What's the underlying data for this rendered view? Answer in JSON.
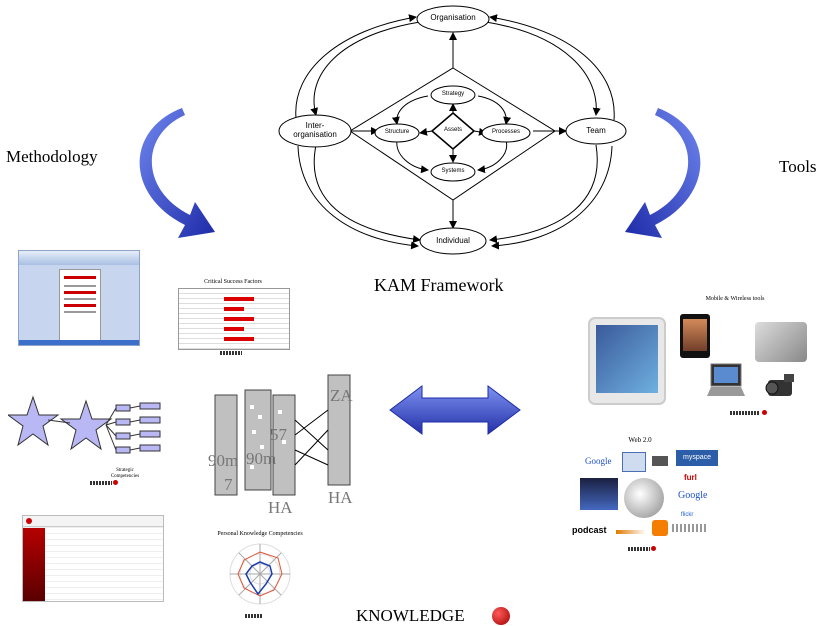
{
  "framework": {
    "title": "KAM Framework",
    "nodes": {
      "organisation": "Organisation",
      "team": "Team",
      "individual": "Individual",
      "inter_line1": "Inter-",
      "inter_line2": "organisation",
      "strategy": "Strategy",
      "structure": "Structure",
      "assets": "Assets",
      "processes": "Processes",
      "systems": "Systems"
    }
  },
  "side_labels": {
    "left": "Methodology",
    "right": "Tools"
  },
  "thumbnails": {
    "csf_title": "Critical Success Factors",
    "strategic": "Strategic\nCompetencies",
    "pkc_title": "Personal Knowledge Competencies",
    "mobile_title": "Mobile & Wireless tools",
    "web_title": "Web 2.0",
    "web_google": "Google",
    "web_google2": "Google",
    "web_myspace": "myspace",
    "web_flickr": "flickr",
    "web_podcast": "podcast",
    "web_furl": "furl",
    "col_labels": [
      "90m",
      "90m",
      "57",
      "7",
      "HA",
      "HA",
      "ZA"
    ]
  },
  "footer": {
    "knowledge": "KNOWLEDGE"
  },
  "colors": {
    "arrow_blue": "#2d38b8",
    "arrow_light": "#6f86ee",
    "logo_red": "#cc0000"
  }
}
